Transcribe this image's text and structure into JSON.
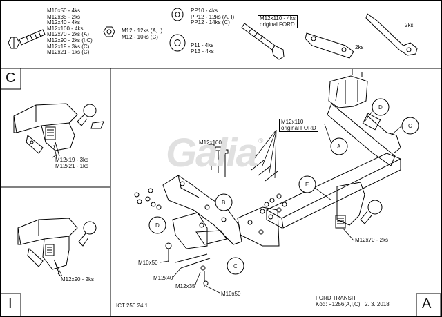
{
  "hardware": {
    "bolts_list": [
      "M10x50 - 4ks",
      "M12x35 - 2ks",
      "M12x40 - 4ks",
      "M12x100 - 4ks",
      "M12x70 - 2ks (A)",
      "M12x90 - 2ks (I,C)",
      "M12x19 - 3ks (C)",
      "M12x21 - 1ks (C)"
    ],
    "nuts_list": [
      "M12 - 12ks (A, I)",
      "M12 - 10ks (C)"
    ],
    "washers_pp": [
      "PP10 - 4ks",
      "PP12 - 12ks (A, I)",
      "PP12 - 14ks (C)"
    ],
    "washers_p": [
      "P11 - 4ks",
      "P13 - 4ks"
    ],
    "ford_bolt": [
      "M12x110 - 4ks",
      "original FORD"
    ],
    "plate_qty": "2ks",
    "strap_qty": "2ks"
  },
  "variants": {
    "c_letter": "C",
    "c_labels": [
      "M12x19 - 3ks",
      "M12x21 - 1ks"
    ],
    "i_letter": "I",
    "i_label": "M12x90 - 2ks"
  },
  "main": {
    "letter": "A",
    "parts": [
      "A",
      "B",
      "C",
      "D",
      "E",
      "C",
      "D"
    ],
    "m12x100": "M12x100",
    "ford_callout": [
      "M12x110",
      "original FORD"
    ],
    "m12x70": "M12x70 - 2ks",
    "m10x50_top": "M10x50",
    "m12x40": "M12x40",
    "m12x35": "M12x35",
    "m10x50_bottom": "M10x50",
    "watermark": "Galia",
    "registered": "®",
    "doc_code": "ICT 250 24 1",
    "title_block": [
      "FORD TRANSIT",
      "Kód: F1256(A,I,C)   2. 3. 2018"
    ]
  }
}
